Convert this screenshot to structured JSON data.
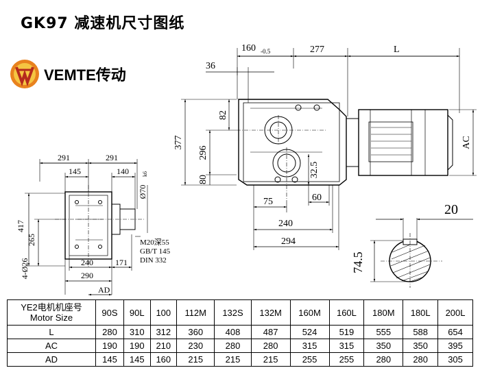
{
  "title": "GK97 减速机尺寸图纸",
  "brand": {
    "logo_text": "VEMTE",
    "text": "VEMTE传动"
  },
  "side_view": {
    "dims": [
      "160",
      "-0.5",
      "277",
      "L",
      "36",
      "82",
      "296",
      "377",
      "32.5",
      "80",
      "AC",
      "75",
      "60",
      "240",
      "294"
    ]
  },
  "front_view": {
    "dims": [
      "291",
      "291",
      "145",
      "140",
      "417",
      "265",
      "4-Ø26",
      "240",
      "171",
      "290",
      "AD",
      "Ø70",
      "k6"
    ],
    "note": [
      "M20深55",
      "GB/T 145",
      "DIN 332"
    ]
  },
  "shaft_section": {
    "dims": [
      "20",
      "74.5"
    ]
  },
  "table": {
    "header_line1": "YE2电机机座号",
    "header_line2": "Motor Size",
    "sizes": [
      "90S",
      "90L",
      "100",
      "112M",
      "132S",
      "132M",
      "160M",
      "160L",
      "180M",
      "180L",
      "200L"
    ],
    "rows": [
      {
        "label": "L",
        "values": [
          "280",
          "310",
          "312",
          "360",
          "408",
          "487",
          "524",
          "519",
          "555",
          "588",
          "654"
        ]
      },
      {
        "label": "AC",
        "values": [
          "190",
          "190",
          "210",
          "230",
          "280",
          "280",
          "315",
          "315",
          "350",
          "350",
          "395"
        ]
      },
      {
        "label": "AD",
        "values": [
          "145",
          "145",
          "160",
          "215",
          "215",
          "215",
          "255",
          "255",
          "280",
          "280",
          "305"
        ]
      }
    ]
  }
}
